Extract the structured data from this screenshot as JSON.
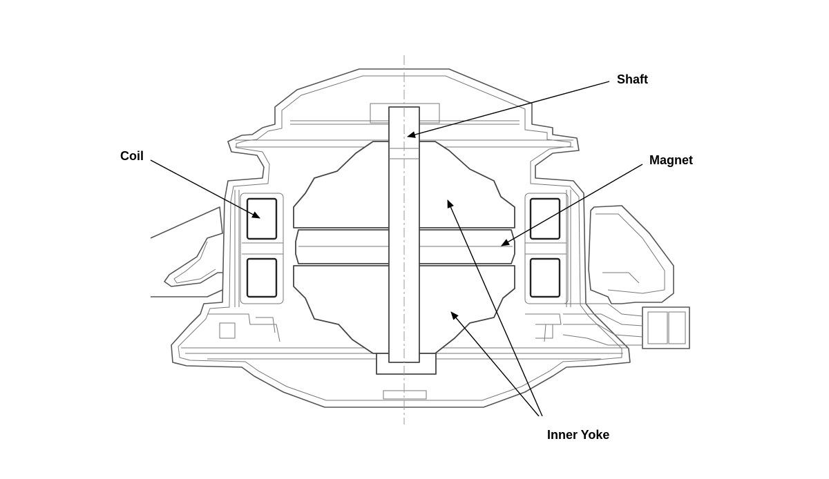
{
  "labels": {
    "shaft": "Shaft",
    "coil": "Coil",
    "magnet": "Magnet",
    "inner_yoke": "Inner Yoke"
  },
  "colors": {
    "line": "#444444",
    "text": "#000000",
    "background": "#ffffff"
  }
}
